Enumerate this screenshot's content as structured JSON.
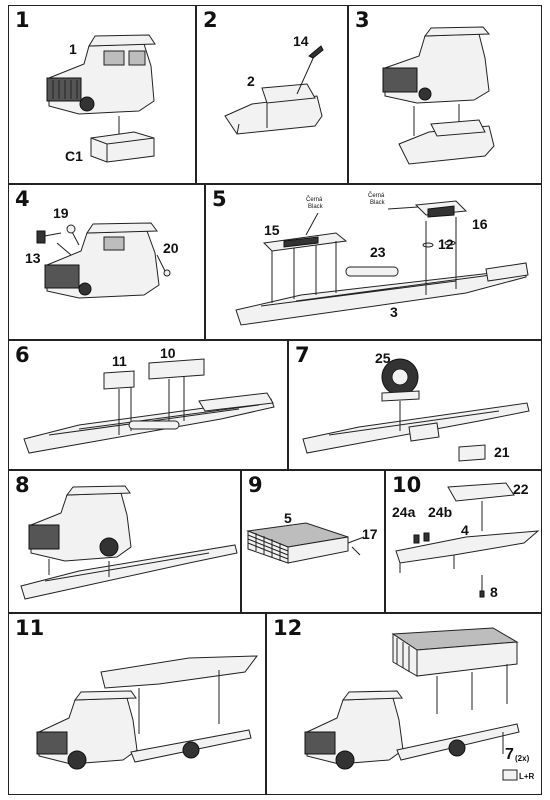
{
  "steps": [
    {
      "number": "1",
      "labels": {
        "a": "1",
        "b": "C1"
      }
    },
    {
      "number": "2",
      "labels": {
        "a": "14",
        "b": "2"
      }
    },
    {
      "number": "3",
      "labels": {}
    },
    {
      "number": "4",
      "labels": {
        "a": "19",
        "b": "13",
        "c": "20"
      }
    },
    {
      "number": "5",
      "labels": {
        "a": "15",
        "b": "23",
        "c": "3",
        "d": "16",
        "e": "12",
        "paint1_cz": "Černá",
        "paint1_en": "Black",
        "paint2_cz": "Černá",
        "paint2_en": "Black"
      }
    },
    {
      "number": "6",
      "labels": {
        "a": "11",
        "b": "10"
      }
    },
    {
      "number": "7",
      "labels": {
        "a": "25",
        "b": "21"
      }
    },
    {
      "number": "8",
      "labels": {}
    },
    {
      "number": "9",
      "labels": {
        "a": "5",
        "b": "17"
      }
    },
    {
      "number": "10",
      "labels": {
        "a": "22",
        "b": "24a",
        "c": "24b",
        "d": "4",
        "e": "8"
      }
    },
    {
      "number": "11",
      "labels": {}
    },
    {
      "number": "12",
      "labels": {
        "a": "7",
        "a_note": "(2x)",
        "b": "L+R"
      }
    }
  ],
  "colors": {
    "ink": "#222222",
    "panel_fill": "#ffffff",
    "part_fill": "#f2f2f2",
    "shade": "#bdbdbd"
  }
}
